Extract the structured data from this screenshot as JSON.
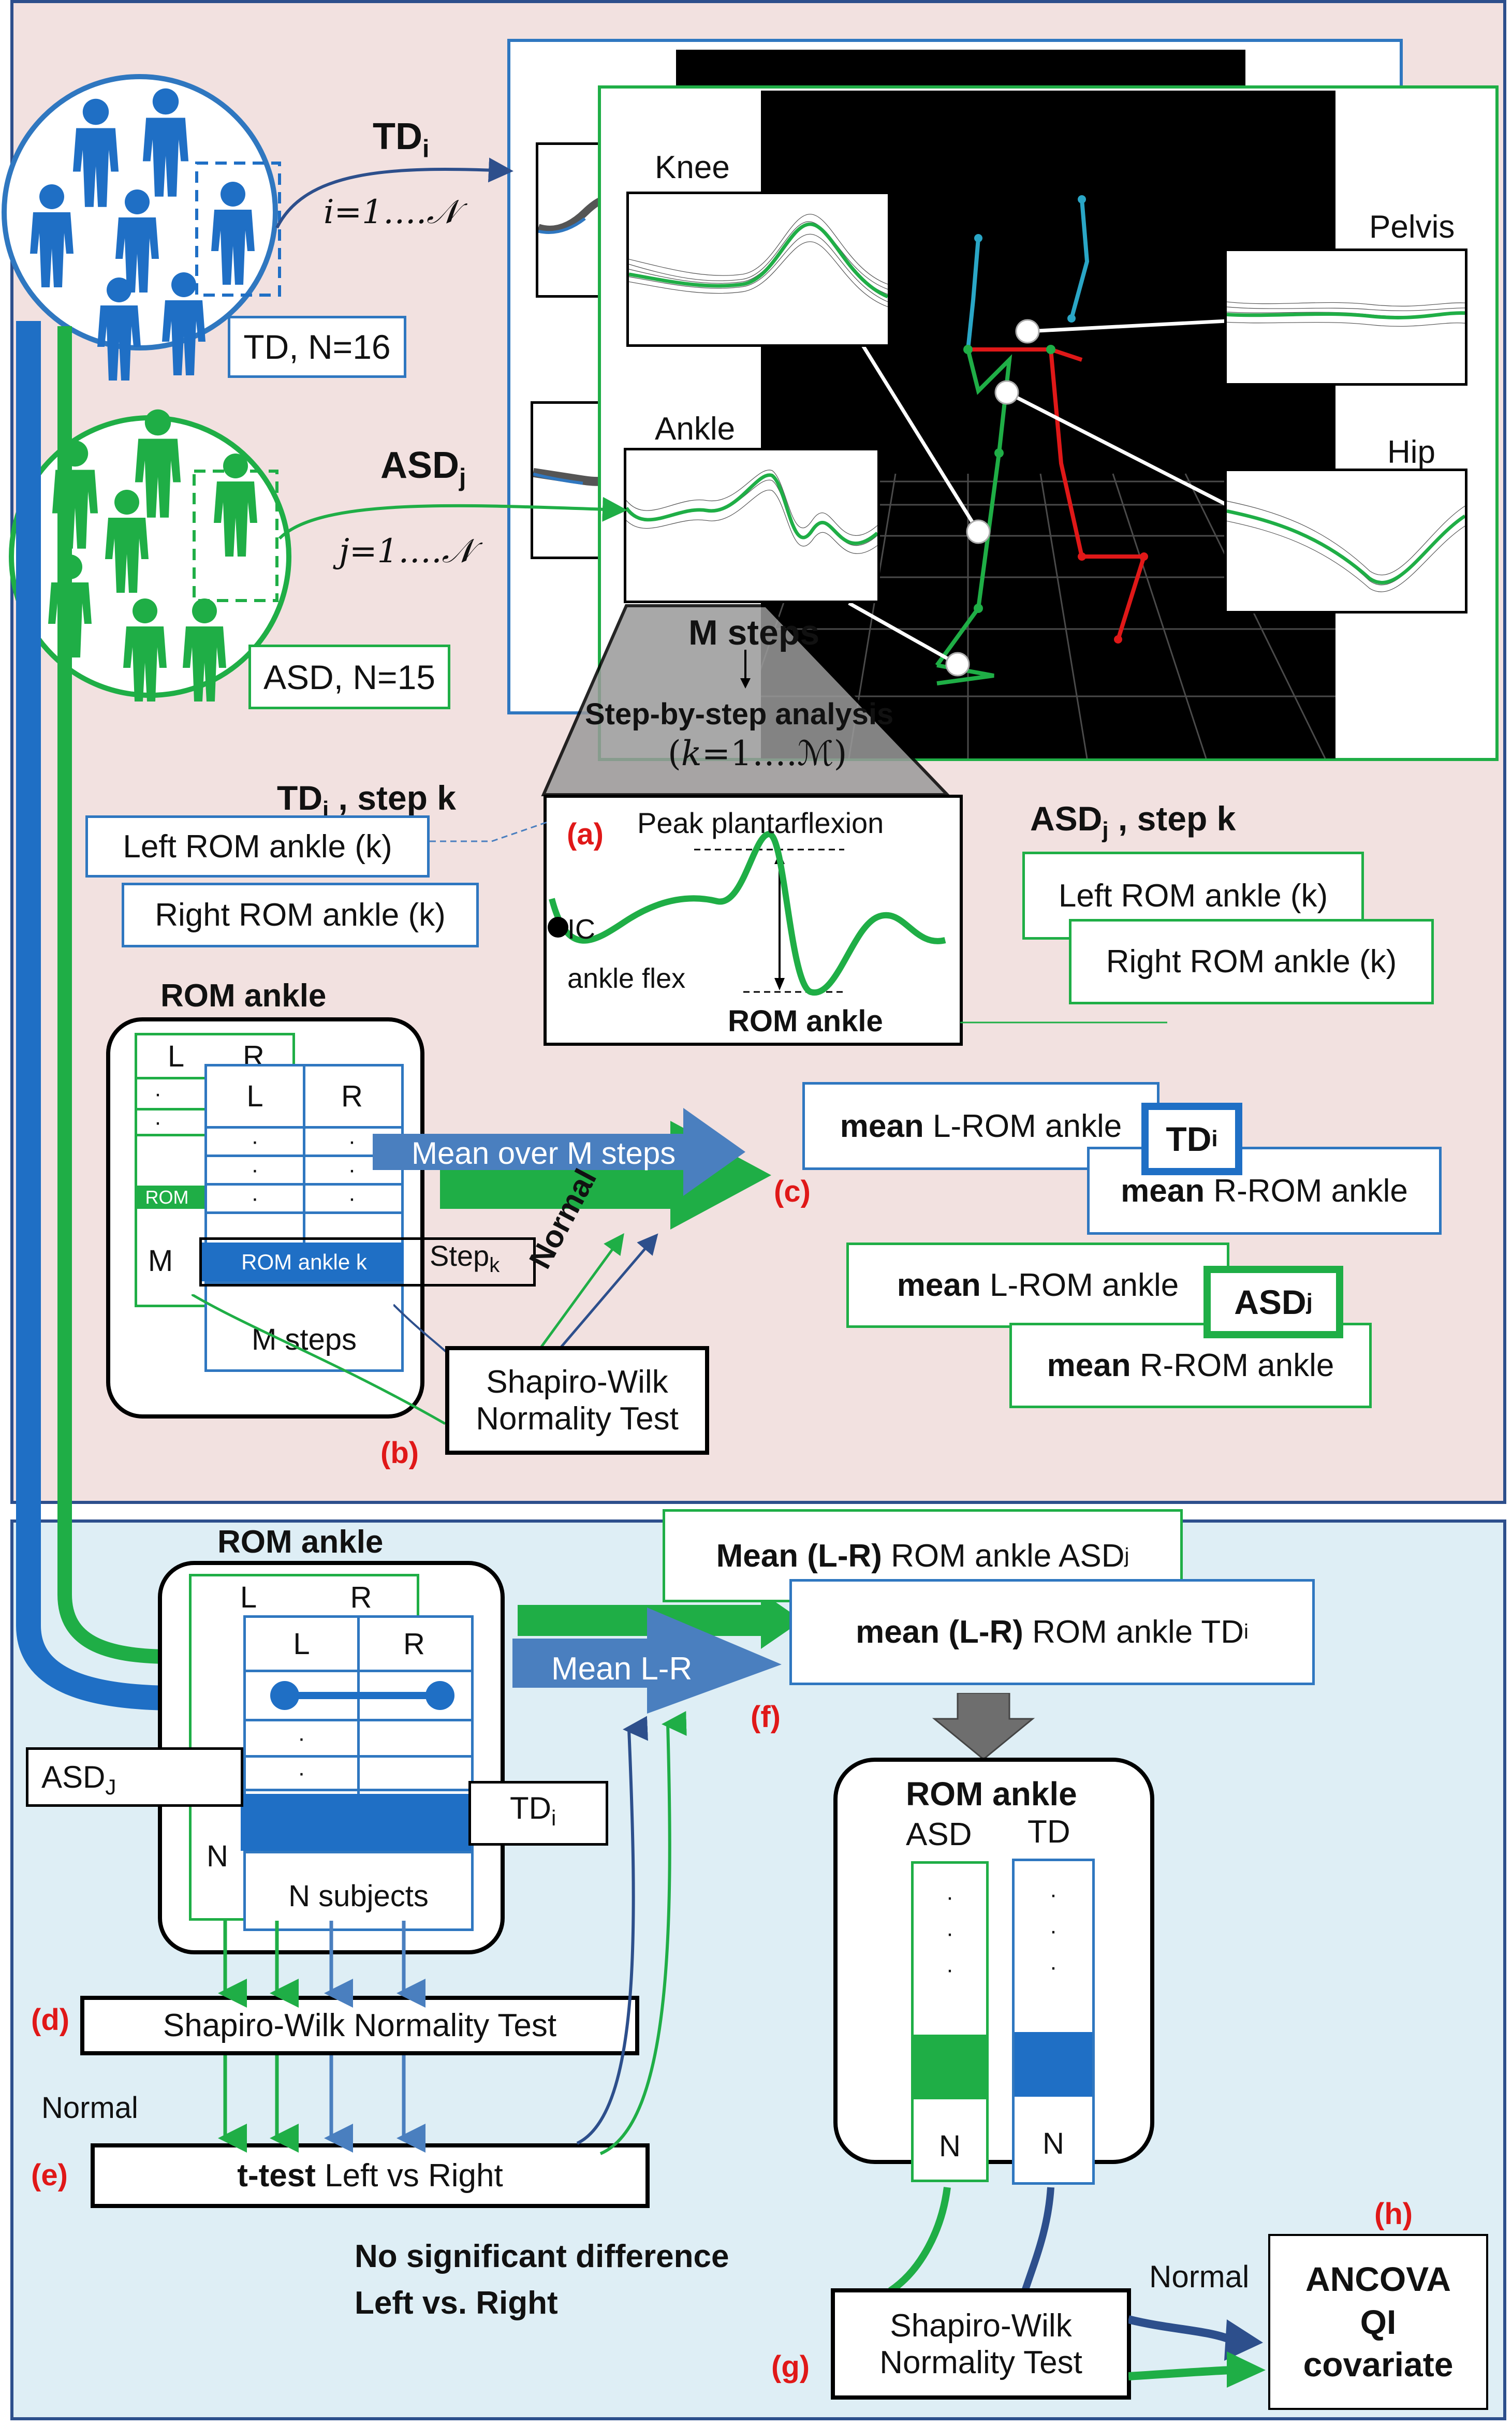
{
  "groups": {
    "td": {
      "label_main": "TD",
      "label_sub": "i",
      "range": "i=1….𝒩",
      "count": "TD, N=16"
    },
    "asd": {
      "label_main": "ASD",
      "label_sub": "j",
      "range": "j=1….𝒩",
      "count": "ASD, N=15"
    }
  },
  "joints": {
    "knee": "Knee",
    "ankle": "Ankle",
    "pelvis": "Pelvis",
    "hip": "Hip"
  },
  "steps": {
    "title": "M steps",
    "analysis": "Step-by-step analysis",
    "range": "(𝑘=1….ℳ)"
  },
  "labels": {
    "a": "(a)",
    "b": "(b)",
    "c": "(c)",
    "d": "(d)",
    "e": "(e)",
    "f": "(f)",
    "g": "(g)",
    "h": "(h)"
  },
  "td_step": {
    "title_main": "TD",
    "title_sub": "i",
    "title_rest": " , step k",
    "left": "Left ROM ankle (k)",
    "right": "Right ROM ankle (k)"
  },
  "asd_step": {
    "title_main": "ASD",
    "title_sub": "j",
    "title_rest": " , step k",
    "left": "Left ROM ankle (k)",
    "right": "Right ROM ankle (k)"
  },
  "curve": {
    "peak": "Peak plantarflexion",
    "ic": "IC",
    "flex": "ankle flex",
    "rom": "ROM ankle"
  },
  "rom_table_top": {
    "title": "ROM ankle",
    "col_l": "L",
    "col_r": "R",
    "dot": "·",
    "back_rom": "ROM",
    "back_m": "M",
    "step_row": "ROM ankle k",
    "step_label": "Step",
    "step_sub": "k",
    "footer": "M steps"
  },
  "mean_arrow": "Mean over M steps",
  "normal": "Normal",
  "shapiro_top": {
    "line1": "Shapiro-Wilk",
    "line2": "Normality Test"
  },
  "means_td": {
    "left_bold": "mean",
    "left_rest": " L-ROM ankle",
    "right_bold": "mean",
    "right_rest": " R-ROM ankle",
    "badge_main": "TD",
    "badge_sub": "i"
  },
  "means_asd": {
    "left_bold": "mean",
    "left_rest": " L-ROM ankle",
    "right_bold": "mean",
    "right_rest": " R-ROM ankle",
    "badge_main": "ASD",
    "badge_sub": "j"
  },
  "rom_table_bottom": {
    "title": "ROM ankle",
    "col_l": "L",
    "col_r": "R",
    "dot": "·",
    "back_n": "N",
    "asd_main": "ASD",
    "asd_sub": "J",
    "td_main": "TD",
    "td_sub": "i",
    "footer": "N subjects"
  },
  "mean_lr_arrow": "Mean L-R",
  "lr_asd": {
    "bold": "Mean (L-R)",
    "rest": " ROM ankle ASD",
    "sub": "j"
  },
  "lr_td": {
    "bold": "mean (L-R)",
    "rest": " ROM ankle TD",
    "sub": "i"
  },
  "shapiro_bottom": "Shapiro-Wilk Normality Test",
  "normal_bottom": "Normal",
  "ttest": {
    "bold": "t-test",
    "rest": " Left vs Right"
  },
  "no_sig": {
    "line1": "No significant difference",
    "line2": "Left vs. Right"
  },
  "group_compare": {
    "title": "ROM ankle",
    "asd": "ASD",
    "td": "TD",
    "dot": "·",
    "n": "N"
  },
  "shapiro_final": {
    "line1": "Shapiro-Wilk",
    "line2": "Normality Test"
  },
  "normal_final": "Normal",
  "ancova": {
    "line1": "ANCOVA",
    "line2": "QI",
    "line3": "covariate"
  },
  "colors": {
    "td_blue": "#1f6fc5",
    "asd_green": "#1fae46",
    "arrow_blue": "#4a7fbf",
    "red_label": "#e01818"
  },
  "icons": [
    "person-icon",
    "joint-dot-icon",
    "down-arrow-icon",
    "grey-down-arrow-icon"
  ]
}
